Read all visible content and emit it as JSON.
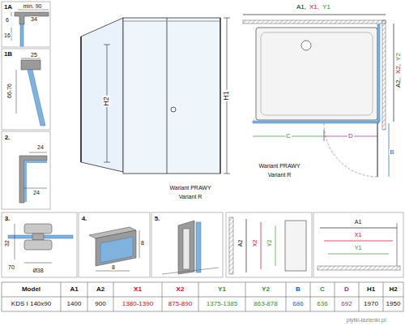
{
  "diagram": {
    "labels": [
      "1A",
      "min. 90",
      "6",
      "34",
      "16",
      "1B",
      "25",
      "66-76",
      "2.",
      "24",
      "24",
      "3.",
      "32",
      "70",
      "Ø38",
      "4.",
      "8",
      "8",
      "5.",
      "H2",
      "H1",
      "Wariant PRAWY",
      "Variant R",
      "A1,",
      "X1,",
      "Y1",
      "A2,",
      "X2,",
      "Y2",
      "C",
      "D",
      "B",
      "Wariant PRAWY",
      "Variant R",
      "A2",
      "X2",
      "Y2",
      "A1",
      "X1",
      "Y1",
      "Model",
      "A1",
      "A2",
      "X1",
      "X2",
      "Y1",
      "Y2",
      "B",
      "C",
      "D",
      "H1",
      "H2",
      "KDS I 140x90",
      "1400",
      "900",
      "1380-1390",
      "875-890",
      "1375-1385",
      "863-878",
      "686",
      "636",
      "692",
      "1970",
      "1950",
      "płytki-łazienki.pl"
    ]
  }
}
